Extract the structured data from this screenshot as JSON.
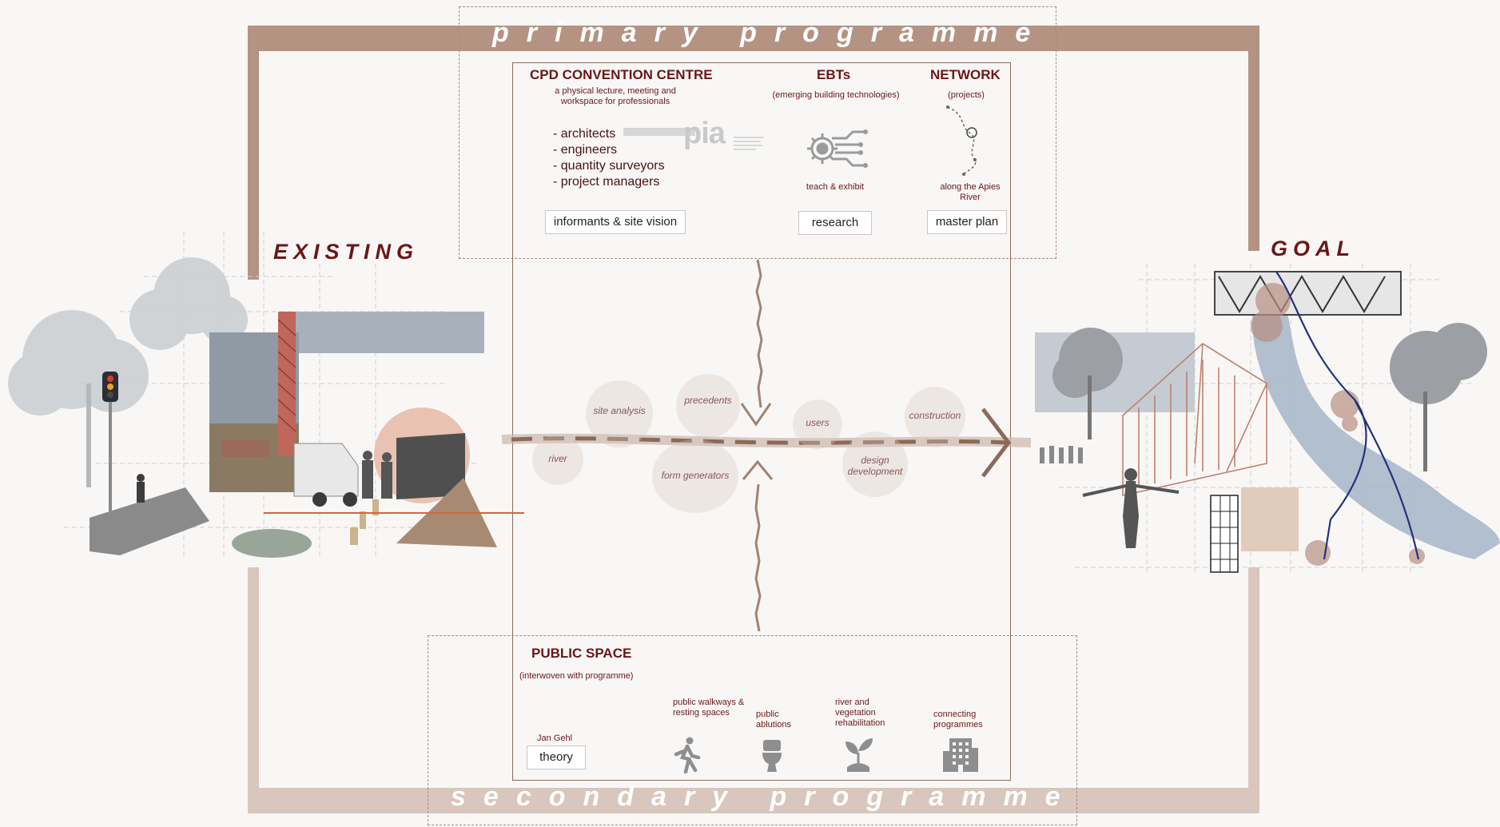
{
  "frame": {
    "top_label": "primary programme",
    "bottom_label": "secondary programme",
    "left_label": "EXISTING",
    "right_label": "GOAL"
  },
  "primary": {
    "cpd": {
      "title": "CPD CONVENTION CENTRE",
      "description": "a physical lecture, meeting and workspace for professionals",
      "list": [
        "- architects",
        "- engineers",
        "- quantity surveyors",
        "- project managers"
      ],
      "logo_text": "pia",
      "button": "informants & site vision"
    },
    "ebts": {
      "title": "EBTs",
      "subtitle": "(emerging building technologies)",
      "caption": "teach & exhibit",
      "icon": "circuit-gear-icon",
      "button": "research"
    },
    "network": {
      "title": "NETWORK",
      "subtitle": "(projects)",
      "caption": "along the Apies River",
      "icon": "network-path-icon",
      "button": "master plan"
    }
  },
  "process": {
    "stages": [
      "river",
      "site analysis",
      "precedents",
      "form generators",
      "users",
      "design development",
      "construction"
    ]
  },
  "secondary": {
    "title": "PUBLIC SPACE",
    "subtitle": "(interwoven with programme)",
    "theory_caption": "Jan Gehl",
    "theory_button": "theory",
    "items": [
      {
        "label": "public walkways & resting spaces",
        "icon": "walking-person-icon"
      },
      {
        "label": "public ablutions",
        "icon": "toilet-icon"
      },
      {
        "label": "river and vegetation rehabilitation",
        "icon": "seedling-icon"
      },
      {
        "label": "connecting programmes",
        "icon": "building-icon"
      }
    ]
  },
  "colors": {
    "frame_primary": "#b49383",
    "frame_secondary": "#d9c6bc",
    "heading": "#6b1616",
    "arrow": "#a4826f"
  }
}
